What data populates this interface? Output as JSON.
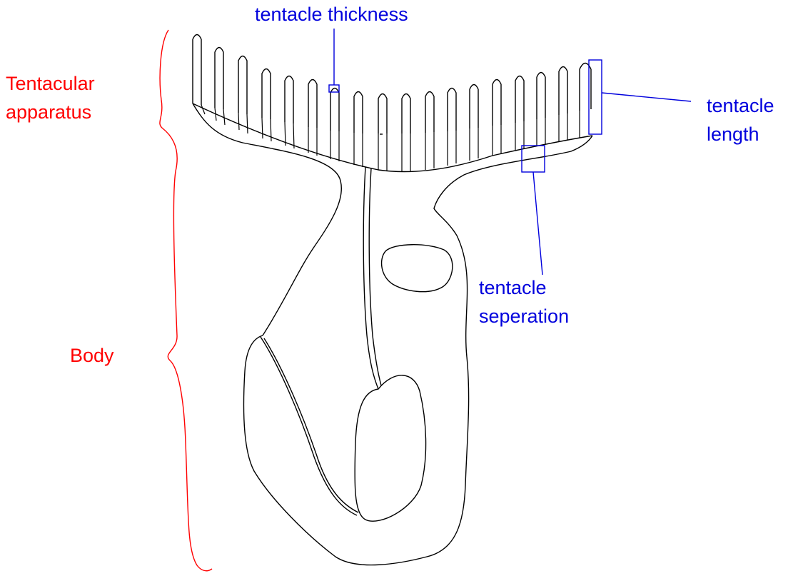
{
  "labels": {
    "tentacle_thickness": "tentacle thickness",
    "tentacular_apparatus": [
      "Tentacular",
      "apparatus"
    ],
    "tentacle_length": [
      "tentacle",
      "length"
    ],
    "tentacle_separation": [
      "tentacle",
      "seperation"
    ],
    "body": "Body"
  },
  "colors": {
    "region_labels": "#ff0000",
    "measure_labels": "#0000dd",
    "outline": "#000000"
  }
}
